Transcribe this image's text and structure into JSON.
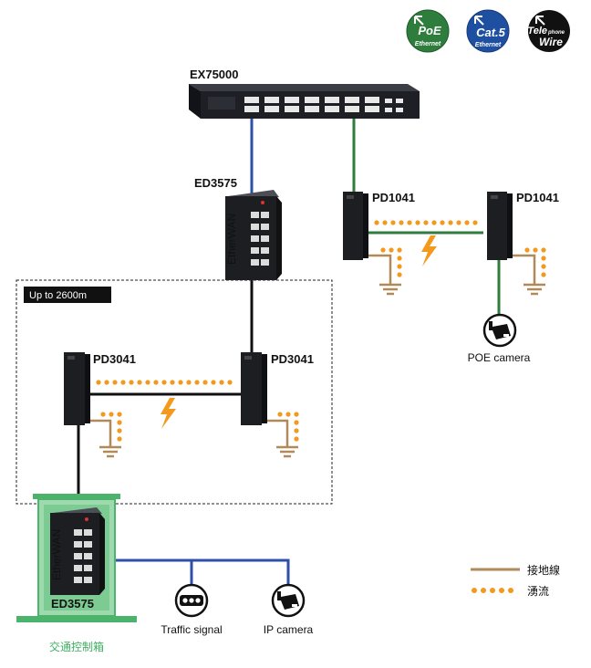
{
  "badges": {
    "poe": {
      "main": "PoE",
      "sub": "Ethernet",
      "color": "#2e7d3c"
    },
    "cat5": {
      "main": "Cat.5",
      "sub": "Ethernet",
      "color": "#1f4fa0"
    },
    "tele": {
      "main": "Tele",
      "small": "phone",
      "sub": "Wire",
      "color": "#111111"
    }
  },
  "devices": {
    "switch": "EX75000",
    "ed_top": "ED3575",
    "pd1041_left": "PD1041",
    "pd1041_right": "PD1041",
    "pd3041_left": "PD3041",
    "pd3041_right": "PD3041",
    "ed_bottom": "ED3575",
    "ed_face_text": "EtherWAN"
  },
  "range_label": "Up to 2600m",
  "endpoints": {
    "poe_camera": "POE camera",
    "traffic_signal": "Traffic signal",
    "ip_camera": "IP camera"
  },
  "cabinet_label": "交通控制箱",
  "legend": {
    "ground": "接地線",
    "surge": "湧流"
  },
  "colors": {
    "cat5_line": "#2f4fa8",
    "poe_line": "#2e7d3c",
    "telephone_line": "#111111",
    "ground_line": "#b08a5a",
    "surge_dots": "#f39a1e",
    "cabinet": "#4cb36c",
    "lightning": "#f39a1e"
  }
}
